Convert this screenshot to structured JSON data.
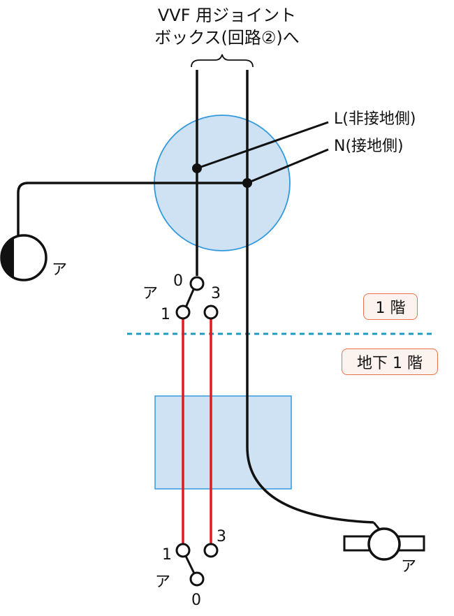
{
  "title": {
    "line1": "VVF 用ジョイント",
    "line2": "ボックス(回路②)へ"
  },
  "wire_labels": {
    "line": "L(非接地側)",
    "neutral": "N(接地側)"
  },
  "floors": {
    "upper": "1 階",
    "lower": "地下 1 階"
  },
  "devices": {
    "ceiling_light_label": "ア",
    "upper_switch": {
      "label": "ア",
      "common": "0",
      "term1": "1",
      "term3": "3"
    },
    "lower_switch": {
      "label": "ア",
      "common": "0",
      "term1": "1",
      "term3": "3"
    },
    "pendant_light_label": "ア"
  },
  "colors": {
    "wire": "#111111",
    "traveler": "#e01b1b",
    "box_fill": "#cfe2f3",
    "box_stroke": "#3399dd",
    "floor_line": "#1f9bc0",
    "badge_border": "#e8734a"
  }
}
